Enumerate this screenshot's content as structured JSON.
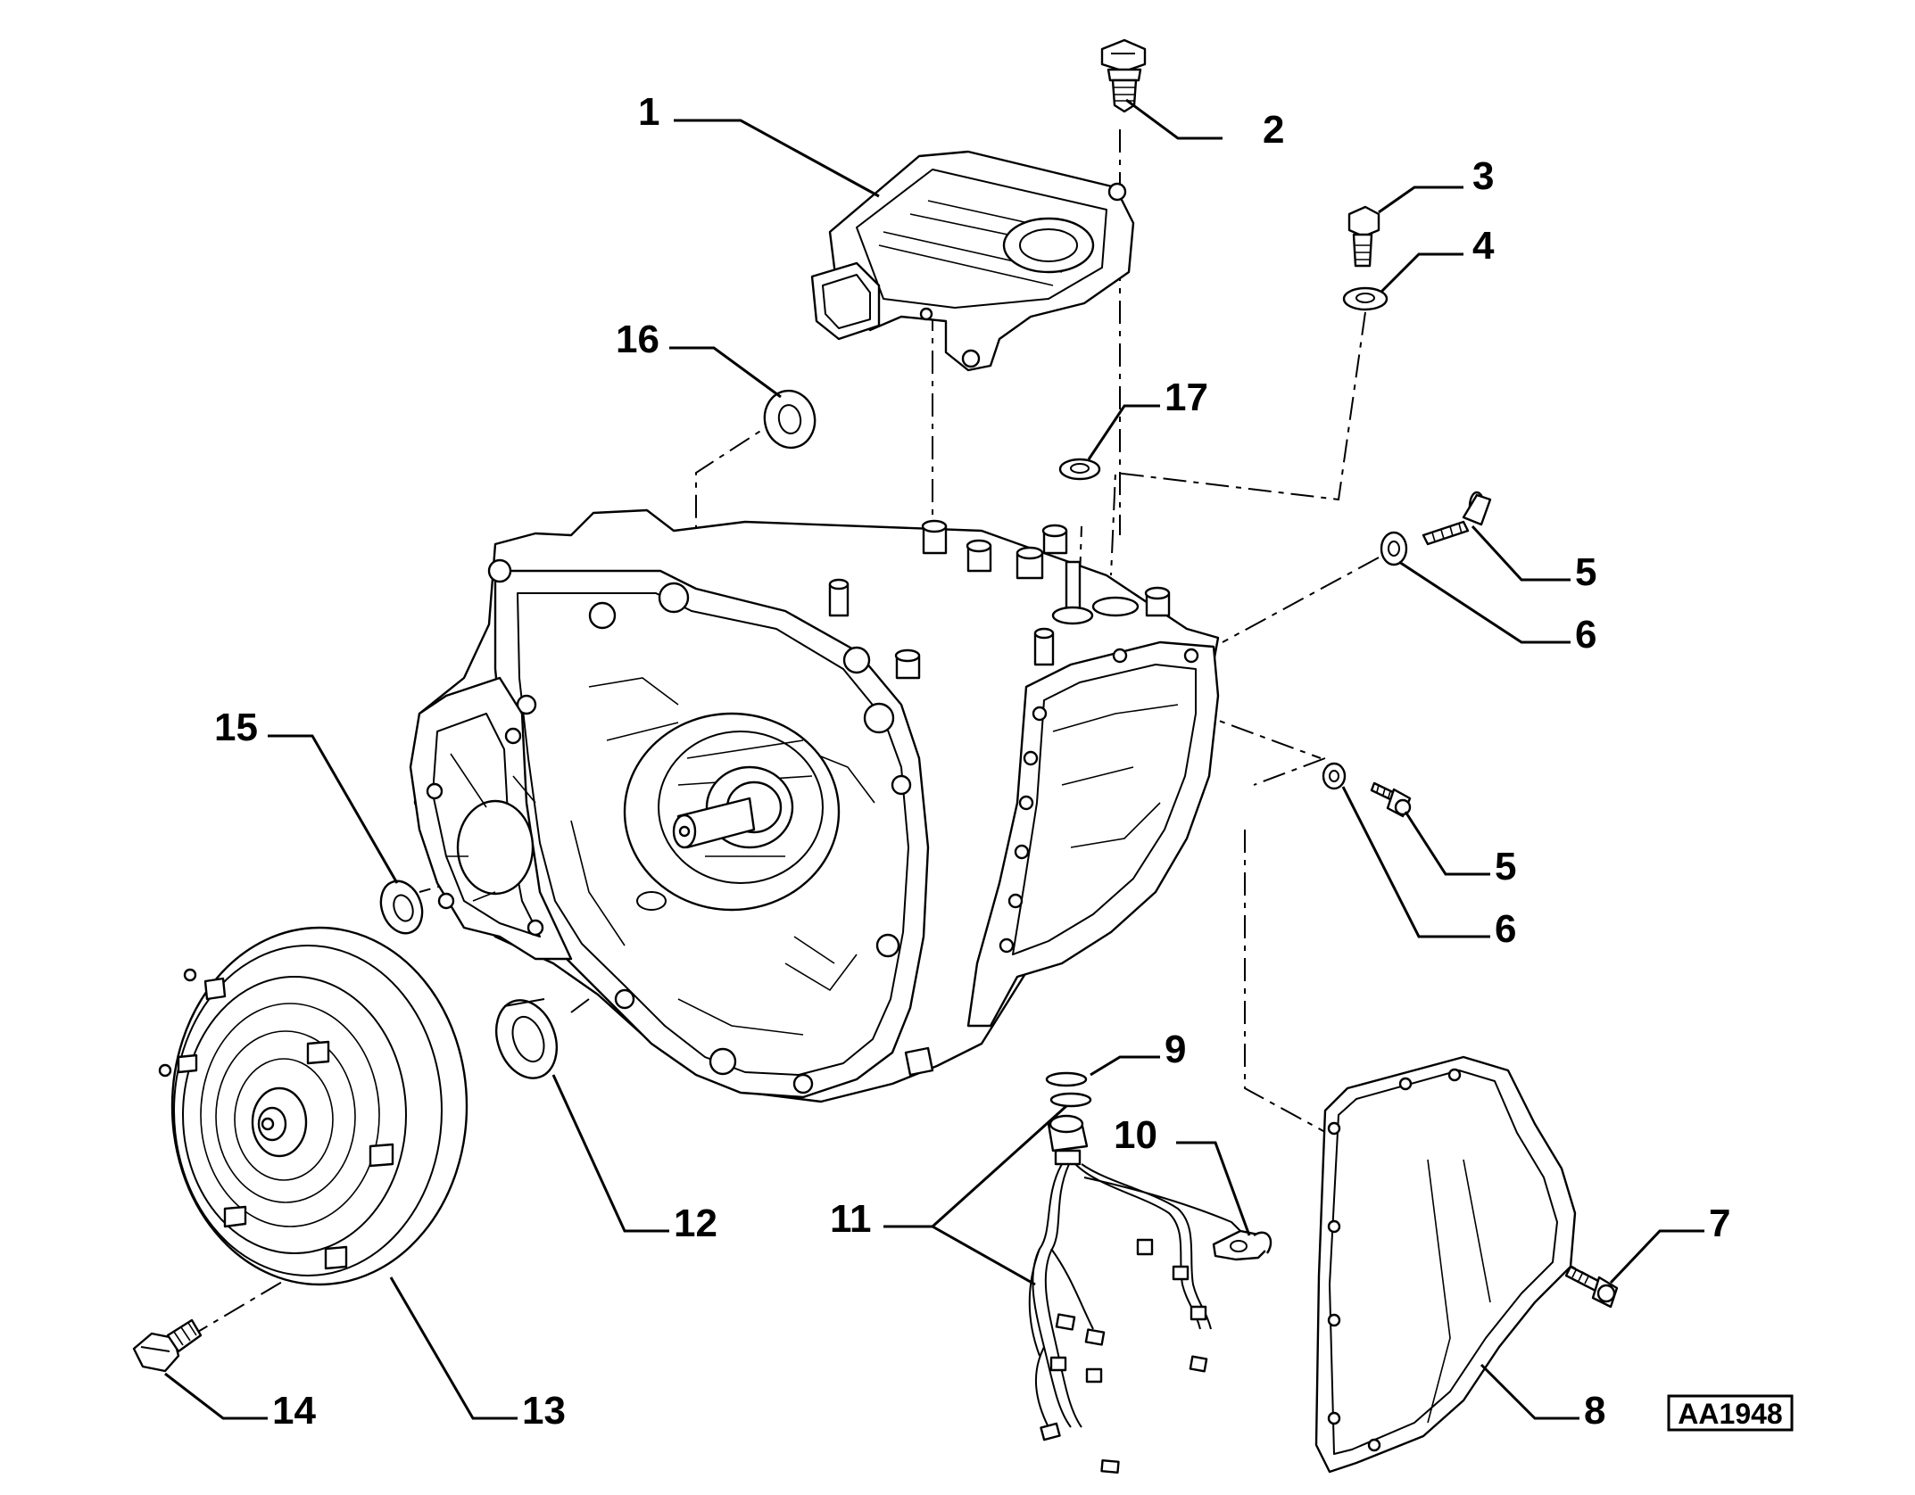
{
  "callouts": [
    "1",
    "2",
    "3",
    "4",
    "5",
    "6",
    "5",
    "6",
    "7",
    "8",
    "9",
    "10",
    "11",
    "12",
    "13",
    "14",
    "15",
    "16",
    "17"
  ],
  "reference_code": "AA1948"
}
